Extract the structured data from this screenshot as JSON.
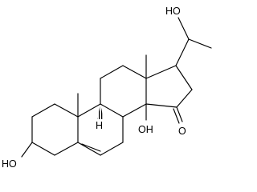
{
  "structure": {
    "atom_labels": {
      "oh_side_chain": "HO",
      "oh_ring_a": "HO",
      "oh_c14": "OH",
      "o_c15": "O"
    },
    "stereo_labels": {
      "h_c9": "H"
    }
  }
}
